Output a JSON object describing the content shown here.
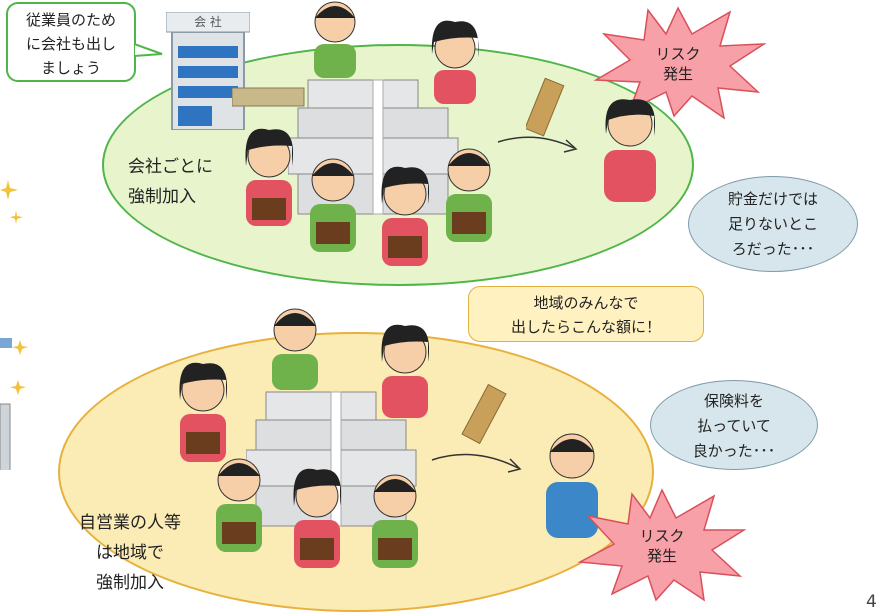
{
  "company_bubble": {
    "lines": [
      "従業員のため",
      "に会社も出し",
      "ましょう"
    ]
  },
  "building_sign": "会 社",
  "top_group_label": {
    "lines": [
      "会社ごとに",
      "強制加入"
    ]
  },
  "risk_top": {
    "lines": [
      "リスク",
      "発生"
    ]
  },
  "savings_bubble": {
    "lines": [
      "貯金だけでは",
      "足りないとこ",
      "ろだった･･･"
    ]
  },
  "region_bubble": {
    "lines": [
      "地域のみんなで",
      "出したらこんな額に！"
    ]
  },
  "insurance_bubble": {
    "lines": [
      "保険料を",
      "払っていて",
      "良かった･･･"
    ]
  },
  "bottom_group_label": {
    "lines": [
      "自営業の人等",
      "は地域で",
      "強制加入"
    ]
  },
  "risk_bottom": {
    "lines": [
      "リスク",
      "発生"
    ]
  },
  "page_number": "4",
  "colors": {
    "green": "#4fb548",
    "yellow": "#e7b13c",
    "star": "#f7a0a8",
    "star_border": "#d9505a"
  },
  "icons": [
    "company-building-icon",
    "money-stack-icon",
    "banknotes-icon",
    "envelope-icon",
    "wallet-icon",
    "person-icon",
    "arrow-icon",
    "star-burst-icon"
  ]
}
